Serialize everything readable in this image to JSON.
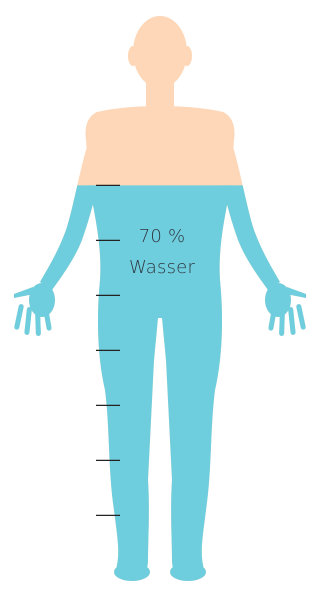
{
  "figure": {
    "percentage_text": "70 %",
    "substance_text": "Wasser",
    "water_fraction": 0.7,
    "tick_count": 7,
    "colors": {
      "skin": "#fdd7b7",
      "water": "#6fcede",
      "tick": "#222222",
      "text": "#2f3740"
    }
  }
}
